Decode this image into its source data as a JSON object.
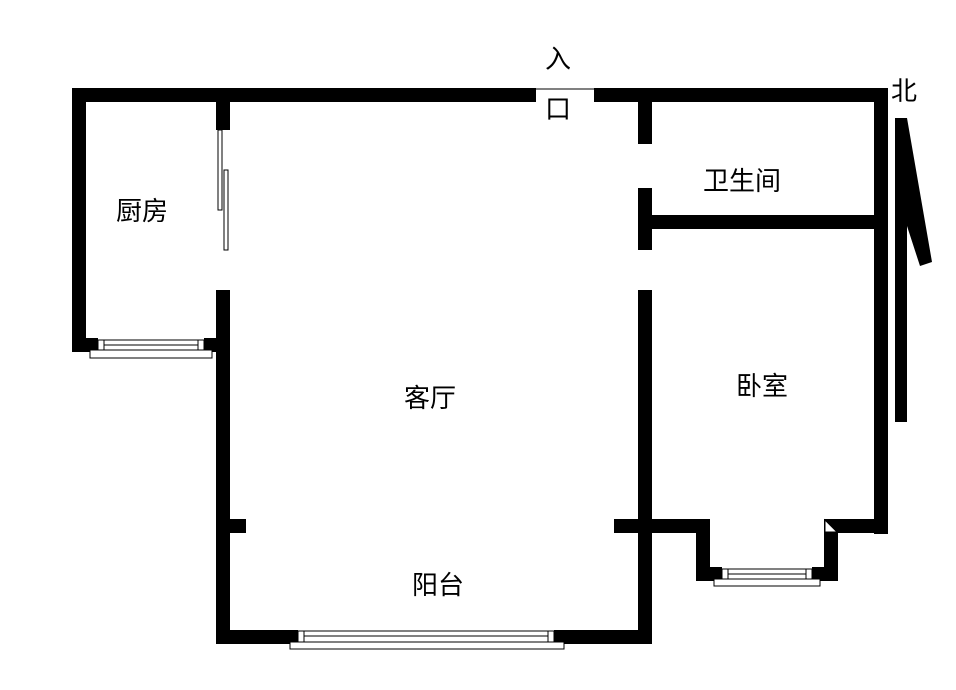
{
  "labels": {
    "entrance_top": "入",
    "entrance_bottom": "口",
    "kitchen": "厨房",
    "living_room": "客厅",
    "bathroom": "卫生间",
    "bedroom": "卧室",
    "balcony": "阳台",
    "north": "北"
  },
  "colors": {
    "wall": "#000000",
    "background": "#ffffff"
  },
  "icons": {
    "compass": "north-arrow-icon"
  }
}
